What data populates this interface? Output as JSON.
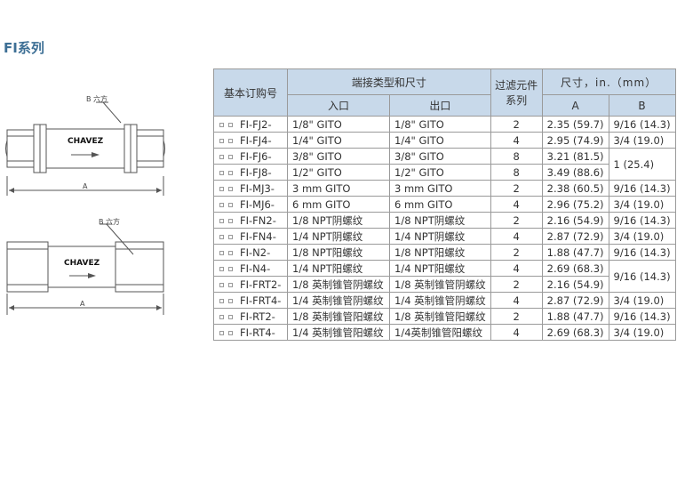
{
  "page": {
    "series_title": "FI系列"
  },
  "drawings": [
    {
      "hex_label": "B 六方",
      "brand": "CHAVEZ",
      "dimension_label": "A"
    },
    {
      "hex_label": "B 六方",
      "brand": "CHAVEZ",
      "dimension_label": "A"
    }
  ],
  "table": {
    "headers": {
      "order_no": "基本订购号",
      "end_connection": "端接类型和尺寸",
      "inlet": "入口",
      "outlet": "出口",
      "filter_element_line1": "过滤元件",
      "filter_element_line2": "系列",
      "dimensions": "尺寸，in.（mm）",
      "dim_a": "A",
      "dim_b": "B"
    },
    "rows": [
      {
        "order": "FI-FJ2-",
        "inlet": "1/8\"   GITO",
        "outlet": "1/8\"   GITO",
        "series": "2",
        "a": "2.35 (59.7)",
        "b": "9/16 (14.3)",
        "b_rowspan": 1
      },
      {
        "order": "FI-FJ4-",
        "inlet": "1/4\"   GITO",
        "outlet": "1/4\"   GITO",
        "series": "4",
        "a": "2.95 (74.9)",
        "b": "3/4 (19.0)",
        "b_rowspan": 1
      },
      {
        "order": "FI-FJ6-",
        "inlet": "3/8\"   GITO",
        "outlet": "3/8\"   GITO",
        "series": "8",
        "a": "3.21 (81.5)",
        "b": "1 (25.4)",
        "b_rowspan": 2
      },
      {
        "order": "FI-FJ8-",
        "inlet": "1/2\"   GITO",
        "outlet": "1/2\"   GITO",
        "series": "8",
        "a": "3.49 (88.6)",
        "b": "",
        "b_rowspan": 0
      },
      {
        "order": "FI-MJ3-",
        "inlet": "3 mm   GITO",
        "outlet": "3 mm   GITO",
        "series": "2",
        "a": "2.38 (60.5)",
        "b": "9/16 (14.3)",
        "b_rowspan": 1
      },
      {
        "order": "FI-MJ6-",
        "inlet": "6 mm   GITO",
        "outlet": "6 mm   GITO",
        "series": "4",
        "a": "2.96 (75.2)",
        "b": "3/4 (19.0)",
        "b_rowspan": 1
      },
      {
        "order": "FI-FN2-",
        "inlet": "1/8 NPT阴螺纹",
        "outlet": "1/8 NPT阴螺纹",
        "series": "2",
        "a": "2.16 (54.9)",
        "b": "9/16 (14.3)",
        "b_rowspan": 1
      },
      {
        "order": "FI-FN4-",
        "inlet": "1/4 NPT阴螺纹",
        "outlet": "1/4 NPT阴螺纹",
        "series": "4",
        "a": "2.87 (72.9)",
        "b": "3/4 (19.0)",
        "b_rowspan": 1
      },
      {
        "order": "FI-N2-",
        "inlet": "1/8 NPT阳螺纹",
        "outlet": "1/8 NPT阳螺纹",
        "series": "2",
        "a": "1.88 (47.7)",
        "b": "9/16 (14.3)",
        "b_rowspan": 1
      },
      {
        "order": "FI-N4-",
        "inlet": "1/4 NPT阳螺纹",
        "outlet": "1/4 NPT阳螺纹",
        "series": "4",
        "a": "2.69 (68.3)",
        "b": "9/16 (14.3)",
        "b_rowspan": 2
      },
      {
        "order": "FI-FRT2-",
        "inlet": "1/8 英制锥管阴螺纹",
        "outlet": "1/8 英制锥管阴螺纹",
        "series": "2",
        "a": "2.16 (54.9)",
        "b": "",
        "b_rowspan": 0
      },
      {
        "order": "FI-FRT4-",
        "inlet": "1/4 英制锥管阴螺纹",
        "outlet": "1/4 英制锥管阴螺纹",
        "series": "4",
        "a": "2.87 (72.9)",
        "b": "3/4 (19.0)",
        "b_rowspan": 1
      },
      {
        "order": "FI-RT2-",
        "inlet": "1/8 英制锥管阳螺纹",
        "outlet": "1/8 英制锥管阳螺纹",
        "series": "2",
        "a": "1.88 (47.7)",
        "b": "9/16 (14.3)",
        "b_rowspan": 1
      },
      {
        "order": "FI-RT4-",
        "inlet": "1/4 英制锥管阳螺纹",
        "outlet": "1/4英制锥管阳螺纹",
        "series": "4",
        "a": "2.69 (68.3)",
        "b": "3/4 (19.0)",
        "b_rowspan": 1
      }
    ]
  }
}
